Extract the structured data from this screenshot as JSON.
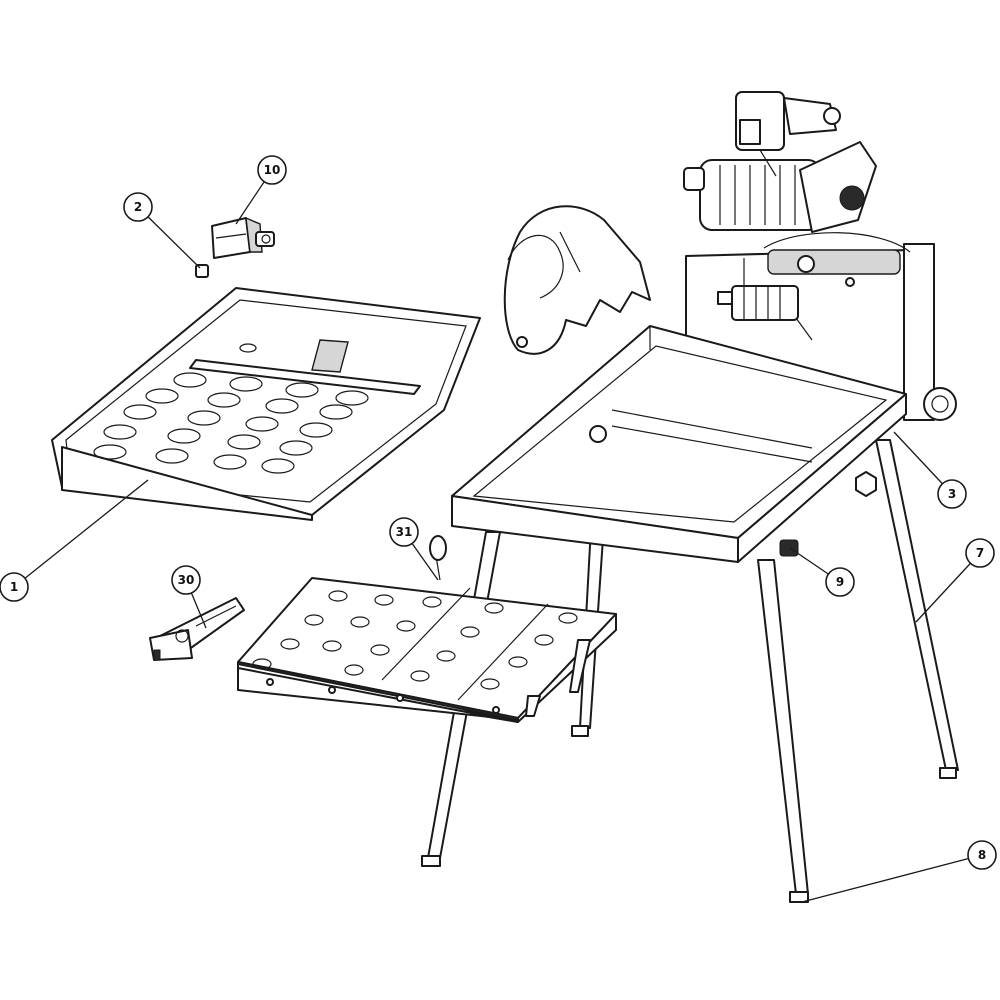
{
  "callouts": [
    {
      "id": "c1",
      "label": "1"
    },
    {
      "id": "c2",
      "label": "2"
    },
    {
      "id": "c3",
      "label": "3"
    },
    {
      "id": "c7",
      "label": "7"
    },
    {
      "id": "c8",
      "label": "8"
    },
    {
      "id": "c9",
      "label": "9"
    },
    {
      "id": "c10",
      "label": "10"
    },
    {
      "id": "c30",
      "label": "30"
    },
    {
      "id": "c31",
      "label": "31"
    }
  ]
}
